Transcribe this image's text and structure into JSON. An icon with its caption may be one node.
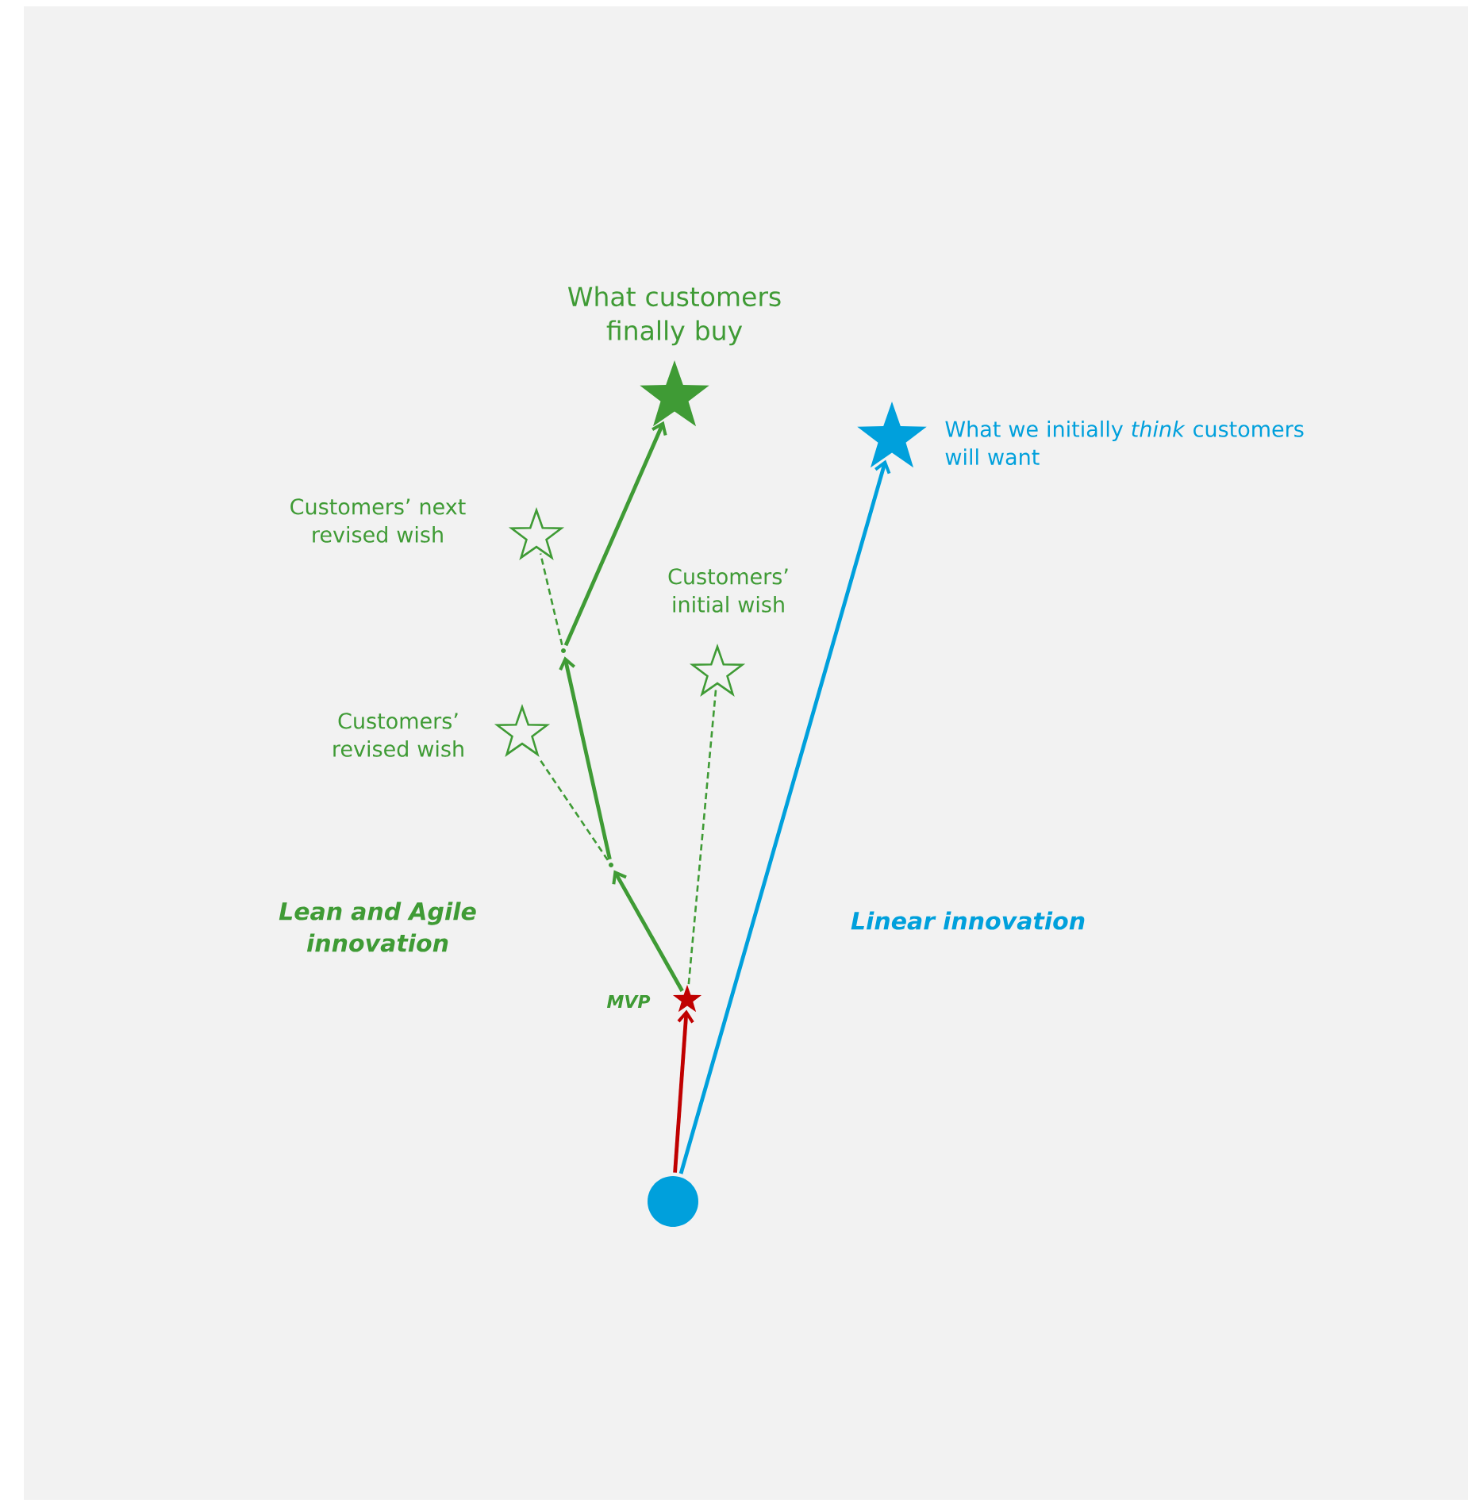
{
  "diagram": {
    "nodes": [
      {
        "text": [],
        "shape": "circle"
      },
      {
        "text": [],
        "shape": "star",
        "beside": [
          "MVP"
        ]
      },
      {
        "text": [],
        "shape": "point"
      },
      {
        "text": [],
        "shape": "star",
        "beside": [
          "Customers’ revised wish"
        ]
      },
      {
        "text": [],
        "shape": "point"
      },
      {
        "text": [],
        "shape": "star",
        "beside": [
          "Customers’ next revised wish"
        ]
      },
      {
        "text": [],
        "shape": "star",
        "beside": [
          "Customers’ initial wish"
        ]
      },
      {
        "text": [],
        "shape": "star",
        "beside": [
          "What customers finally buy"
        ]
      },
      {
        "text": [],
        "shape": "star",
        "beside": [
          "What we initially *think* customers will want"
        ]
      }
    ],
    "edges": [
      {
        "from": 0,
        "to": 1,
        "arrow": "to",
        "color": "#c00000"
      },
      {
        "from": 1,
        "to": 2,
        "arrow": "to"
      },
      {
        "from": 2,
        "to": 4,
        "arrow": "to"
      },
      {
        "from": 4,
        "to": 7,
        "arrow": "to"
      },
      {
        "from": 1,
        "to": 6,
        "arrow": "none",
        "style": "dashed"
      },
      {
        "from": 2,
        "to": 3,
        "arrow": "none",
        "style": "dashed"
      },
      {
        "from": 4,
        "to": 5,
        "arrow": "none",
        "style": "dashed"
      },
      {
        "from": 0,
        "to": 8,
        "arrow": "to",
        "color": "#00a0dc"
      }
    ],
    "labels": [
      "Lean and Agile innovation",
      "Linear innovation"
    ]
  }
}
